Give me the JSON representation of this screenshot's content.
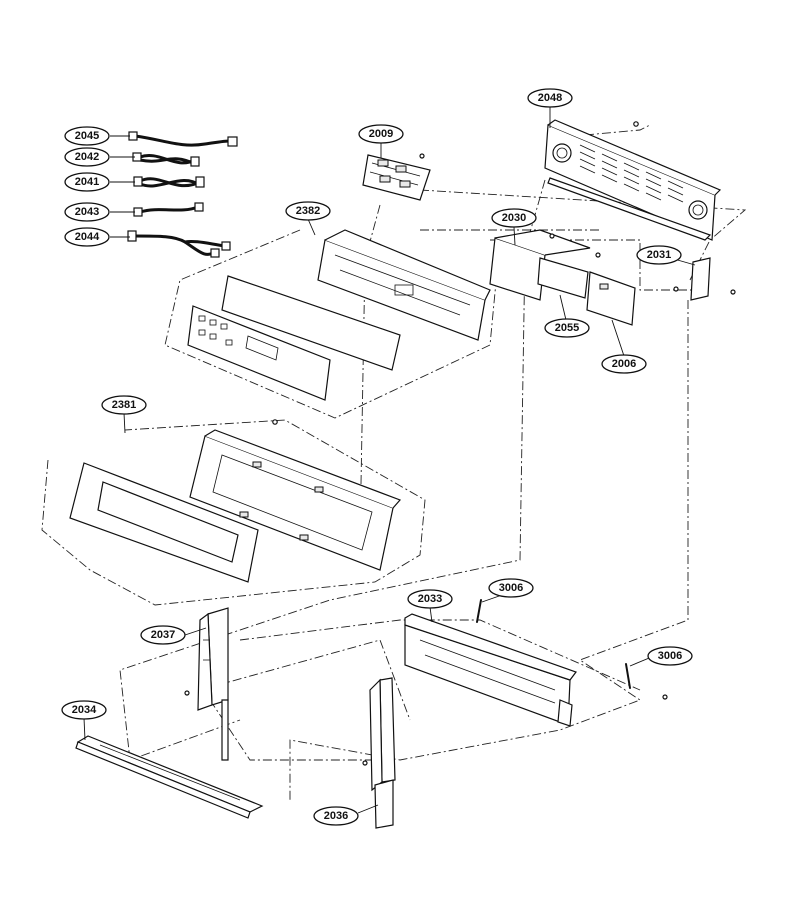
{
  "callouts": {
    "c2045": "2045",
    "c2042": "2042",
    "c2041": "2041",
    "c2043": "2043",
    "c2044": "2044",
    "c2009": "2009",
    "c2048": "2048",
    "c2382": "2382",
    "c2030": "2030",
    "c2031": "2031",
    "c2055": "2055",
    "c2006": "2006",
    "c2381": "2381",
    "c2033": "2033",
    "c3006a": "3006",
    "c3006b": "3006",
    "c2037": "2037",
    "c2034": "2034",
    "c2036": "2036"
  }
}
